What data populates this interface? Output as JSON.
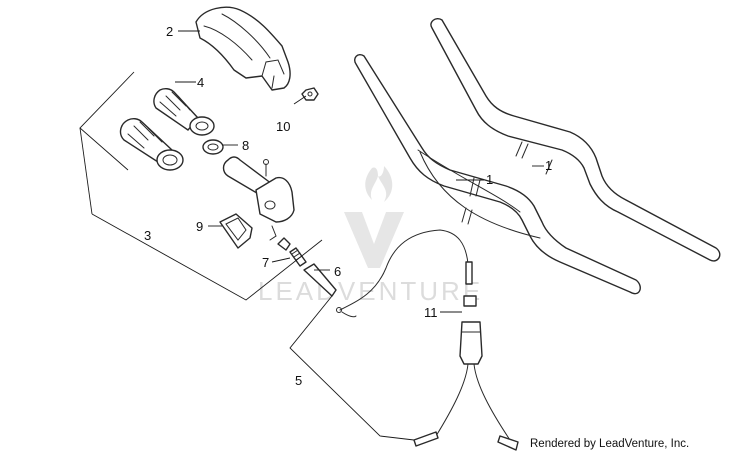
{
  "callouts": {
    "c1a": "1",
    "c1b": "1",
    "c2": "2",
    "c3": "3",
    "c4": "4",
    "c5": "5",
    "c6": "6",
    "c7": "7",
    "c8": "8",
    "c9": "9",
    "c10": "10",
    "c11": "11"
  },
  "watermark": {
    "text": "LEADVENTURE"
  },
  "credit": "Rendered by LeadVenture, Inc.",
  "colors": {
    "line": "#2a2a2a",
    "watermark": "#d9d9d9",
    "background": "#ffffff"
  }
}
